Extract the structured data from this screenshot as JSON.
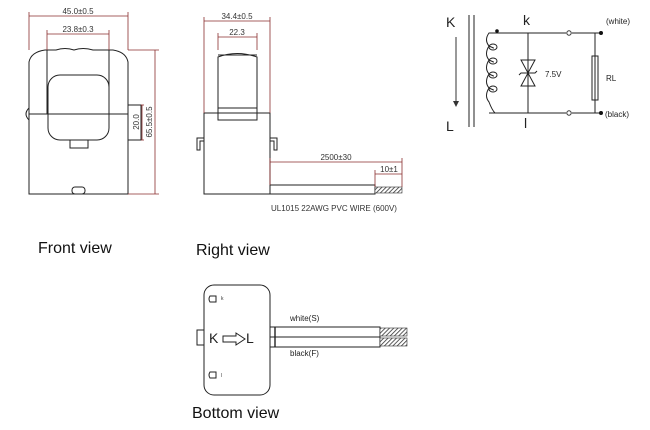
{
  "front_view": {
    "label": "Front view",
    "dim_width": "45.0±0.5",
    "dim_window": "23.8±0.3",
    "dim_tab": "20.0",
    "dim_height": "65.5±0.5"
  },
  "right_view": {
    "label": "Right view",
    "dim_width": "34.4±0.5",
    "dim_inner": "22.3",
    "dim_wire": "2500±30",
    "dim_strip": "10±1",
    "wire_spec": "UL1015 22AWG PVC WIRE (600V)"
  },
  "circuit": {
    "primary_in": "K",
    "primary_out": "L",
    "secondary_k": "k",
    "secondary_l": "l",
    "zener": "7.5V",
    "load": "RL",
    "white": "(white)",
    "black": "(black)"
  },
  "bottom_view": {
    "label": "Bottom view",
    "k_label": "K",
    "l_label": "L",
    "wire_white": "white(S)",
    "wire_black": "black(F)",
    "mark_k": "k",
    "mark_l": "l"
  }
}
